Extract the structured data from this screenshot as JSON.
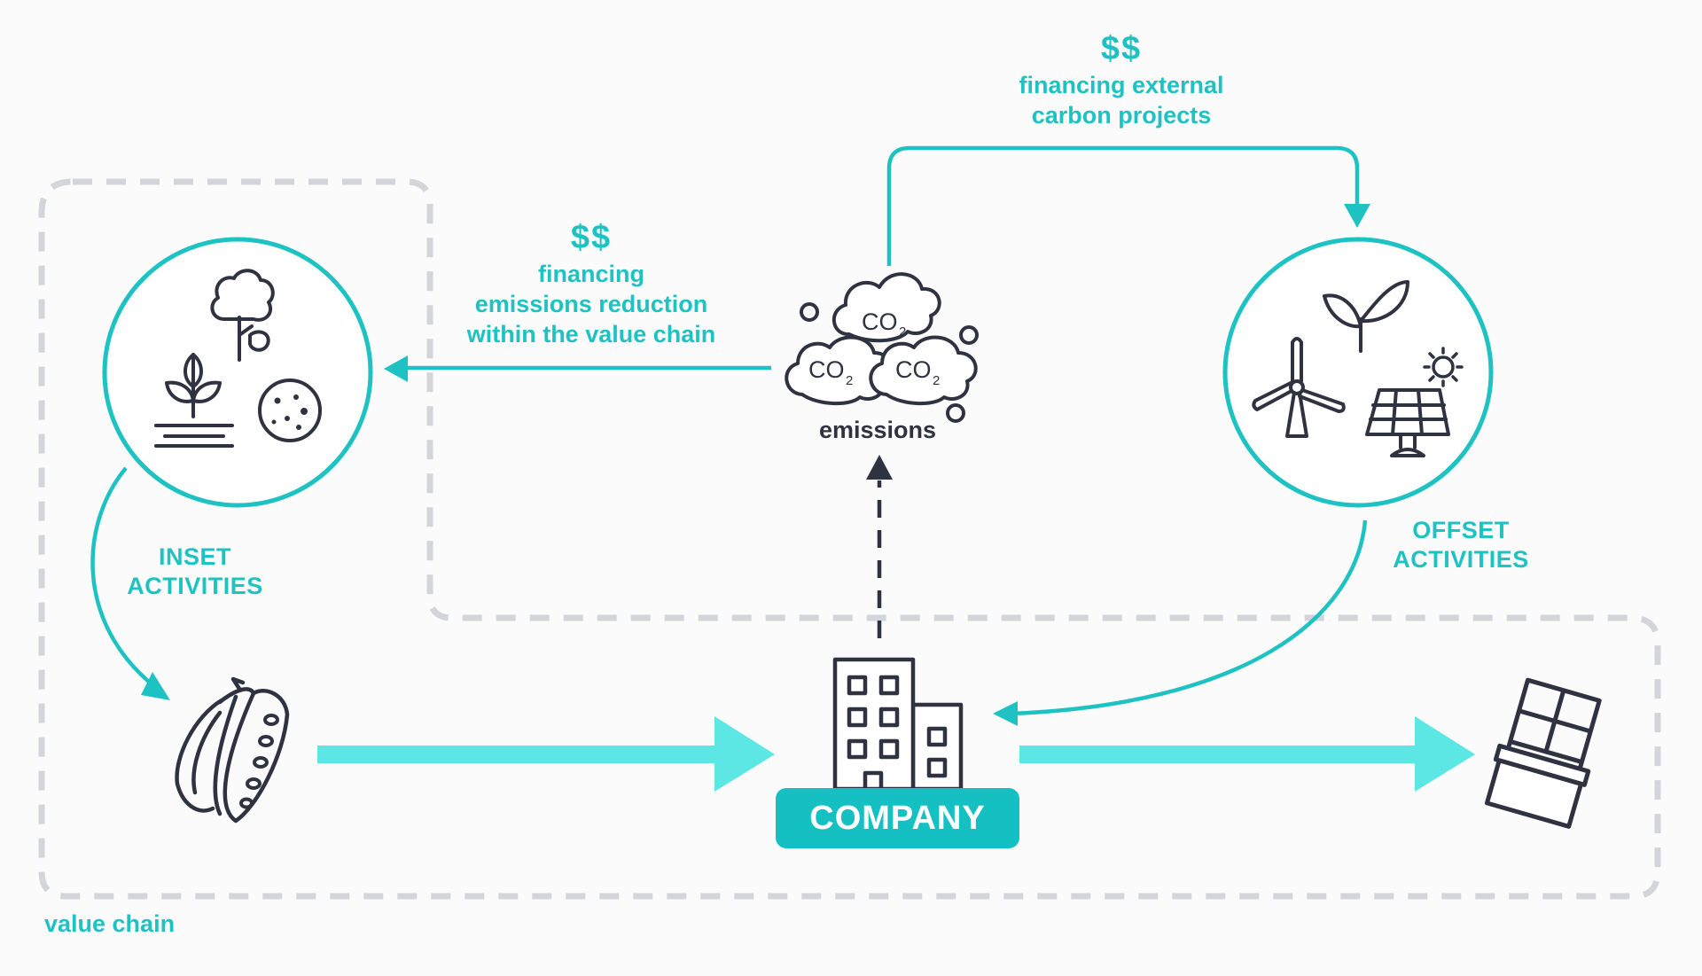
{
  "colors": {
    "accent": "#1fc2c2",
    "flow_arrow": "#5ce6e4",
    "dashed_border": "#d3d5da",
    "icon_stroke": "#2f3240",
    "company_fill": "#15c0c2"
  },
  "emissions": {
    "co2_labels": [
      "CO",
      "CO",
      "CO"
    ],
    "subscript": "2",
    "label": "emissions"
  },
  "external_financing": {
    "currency": "$$",
    "line1": "financing external",
    "line2": "carbon projects"
  },
  "internal_financing": {
    "currency": "$$",
    "line1": "financing",
    "line2": "emissions reduction",
    "line3": "within the value chain"
  },
  "inset": {
    "line1": "INSET",
    "line2": "ACTIVITIES"
  },
  "offset": {
    "line1": "OFFSET",
    "line2": "ACTIVITIES"
  },
  "company": {
    "label": "COMPANY"
  },
  "value_chain": {
    "label": "value chain"
  },
  "icons": {
    "inset_circle": [
      "tree-icon",
      "sprout-icon",
      "soil-icon"
    ],
    "offset_circle": [
      "leaf-sprout-icon",
      "wind-turbine-icon",
      "solar-panel-icon",
      "sun-icon"
    ],
    "flow": [
      "cocoa-pod-icon",
      "building-icon",
      "chocolate-bar-icon"
    ]
  }
}
